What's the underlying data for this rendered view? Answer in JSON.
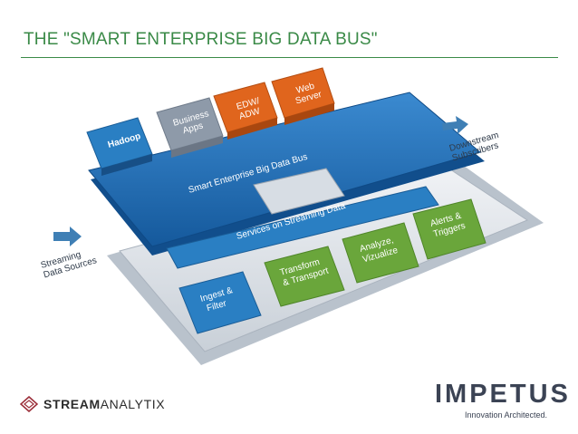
{
  "slide": {
    "title": "THE \"SMART ENTERPRISE BIG DATA BUS\""
  },
  "diagram": {
    "bus_label": "Smart Enterprise Big Data Bus",
    "services_label": "Services on Streaming Data",
    "top_blocks": [
      {
        "lines": [
          "Hadoop"
        ],
        "color": "#2a7fc3"
      },
      {
        "lines": [
          "Business",
          "Apps"
        ],
        "color": "#8e9aa9"
      },
      {
        "lines": [
          "EDW/",
          "ADW"
        ],
        "color": "#e0651d"
      },
      {
        "lines": [
          "Web",
          "Server"
        ],
        "color": "#e0651d"
      }
    ],
    "service_blocks": [
      {
        "lines": [
          "Ingest &",
          "Filter"
        ],
        "color": "#2a7fc3"
      },
      {
        "lines": [
          "Transform",
          "& Transport"
        ],
        "color": "#6aa63b"
      },
      {
        "lines": [
          "Analyze,",
          "Vizualize"
        ],
        "color": "#6aa63b"
      },
      {
        "lines": [
          "Alerts &",
          "Triggers"
        ],
        "color": "#6aa63b"
      }
    ],
    "left_label": [
      "Streaming",
      "Data Sources"
    ],
    "right_label": [
      "Downstream",
      "Subscribers"
    ]
  },
  "footer": {
    "streamanalytix_bold": "STREAM",
    "streamanalytix_rest": "ANALYTIX",
    "impetus_logo": "IMPETUS",
    "impetus_tagline": "Innovation Architected."
  },
  "colors": {
    "title": "#3a8a47",
    "bus_blue": "#1f6fb6",
    "platform": "#dfe4ea",
    "services_bar": "#2a7fc3",
    "orange": "#e0651d",
    "green": "#6aa63b",
    "gray": "#8e9aa9",
    "arrow": "#3f7fb5"
  }
}
